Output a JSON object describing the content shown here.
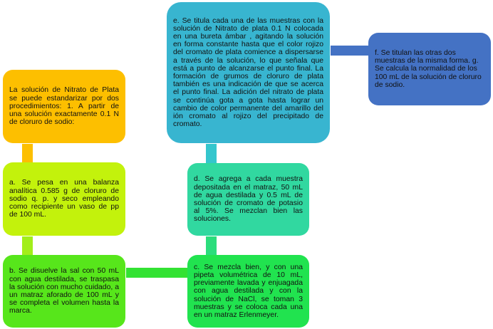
{
  "diagram": {
    "type": "flowchart",
    "nodes": [
      {
        "id": "intro",
        "text": "La solución de Nitrato de Plata se puede estandarizar por dos procedimientos: 1. A partir de una solución exactamente 0.1 N de cloruro de sodio:",
        "color": "#fdbf00"
      },
      {
        "id": "a",
        "text": "a. Se pesa en una balanza analítica 0.585 g de cloruro de sodio q. p. y seco empleando como recipiente un vaso de pp de 100 mL.",
        "color": "#c3f20c"
      },
      {
        "id": "b",
        "text": "b. Se disuelve la sal con 50 mL con agua destilada, se traspasa la solución con mucho cuidado, a un matraz aforado de 100 mL y se completa el volumen hasta la marca.",
        "color": "#57e61b"
      },
      {
        "id": "c",
        "text": "c. Se mezcla bien, y con una pipeta volumétrica de 10 mL, previamente lavada y enjuagada con agua destilada y con la solución de NaCl, se toman 3 muestras y se coloca cada una en un matraz Erlenmeyer.",
        "color": "#21e34f"
      },
      {
        "id": "d",
        "text": "d. Se agrega a cada muestra depositada en el matraz, 50 mL de agua destilada y 0.5 mL de solución de cromato de potasio al 5%. Se mezclan bien las soluciones.",
        "color": "#31d8a0"
      },
      {
        "id": "e",
        "text": "e. Se titula cada una de las muestras con la solución de Nitrato de plata 0.1 N colocada en una bureta ámbar , agitando la solución en forma constante hasta que el color rojizo del cromato de plata comience a dispersarse a través de la solución, lo que señala que está a punto de alcanzarse el punto final. La formación de grumos de cloruro de plata también es una indicación de que se acerca el punto final. La adición del nitrato de plata se continúa gota a gota hasta lograr un cambio de color permanente del amarillo del ión cromato al rojizo del precipitado de cromato.",
        "color": "#38b5d0"
      },
      {
        "id": "f",
        "text": "f. Se titulan las otras dos muestras de la misma forma. g. Se calcula la normalidad de los 100 mL de la solución de cloruro de sodio.",
        "color": "#4472c4"
      }
    ],
    "edges": [
      {
        "from": "intro",
        "to": "a"
      },
      {
        "from": "a",
        "to": "b"
      },
      {
        "from": "b",
        "to": "c"
      },
      {
        "from": "c",
        "to": "d"
      },
      {
        "from": "d",
        "to": "e"
      },
      {
        "from": "e",
        "to": "f"
      }
    ]
  }
}
